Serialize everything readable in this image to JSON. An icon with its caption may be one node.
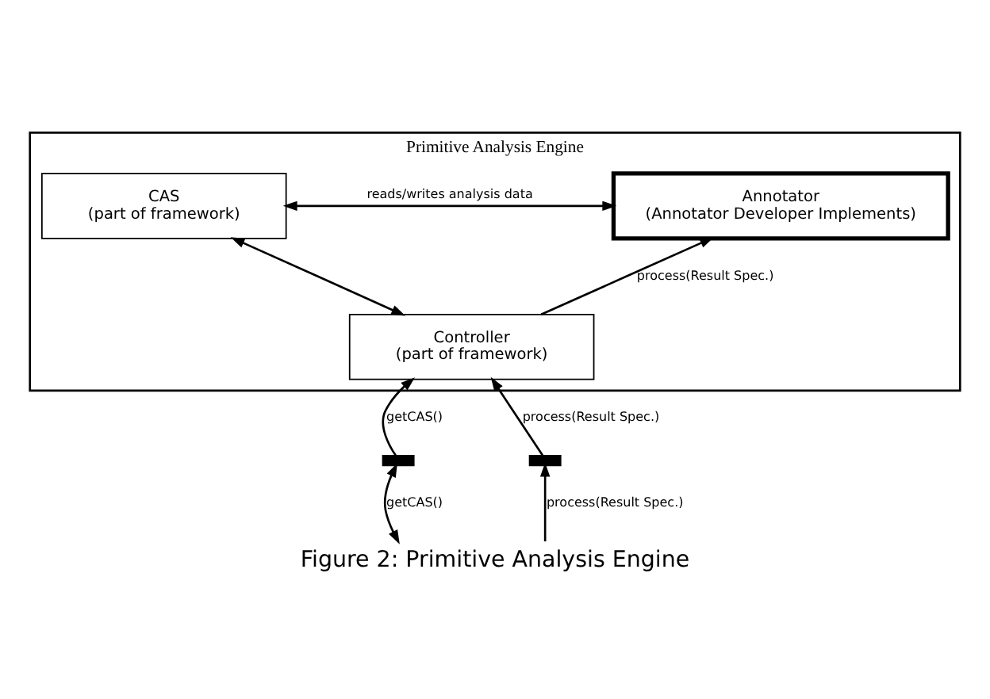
{
  "diagram": {
    "caption": "Figure 2: Primitive Analysis Engine",
    "nodes": [
      {
        "text": [
          "Primitive Analysis Engine"
        ]
      },
      {
        "text": [
          "CAS",
          "(part of framework)"
        ],
        "in": 0
      },
      {
        "text": [
          "Annotator",
          "(Annotator Developer Implements)"
        ],
        "in": 0
      },
      {
        "text": [
          "Controller",
          "(part of framework)"
        ],
        "in": 0
      },
      {
        "text": [],
        "shape": "bar"
      },
      {
        "text": [],
        "shape": "bar"
      }
    ],
    "edges": [
      {
        "from": 1,
        "to": 2,
        "arrow": "both",
        "label": "reads/writes analysis data"
      },
      {
        "from": 1,
        "to": 3,
        "arrow": "both"
      },
      {
        "from": 3,
        "to": 2,
        "arrow": "to",
        "label": "process(Result Spec.)"
      },
      {
        "from": 4,
        "to": 3,
        "arrow": "to",
        "label": "getCAS()"
      },
      {
        "from": 5,
        "to": 3,
        "arrow": "to",
        "label": "process(Result Spec.)"
      },
      {
        "from": 4,
        "to": null,
        "arrow": "both",
        "label": "getCAS()"
      },
      {
        "from": null,
        "to": 5,
        "arrow": "to",
        "label": "process(Result Spec.)"
      }
    ]
  }
}
